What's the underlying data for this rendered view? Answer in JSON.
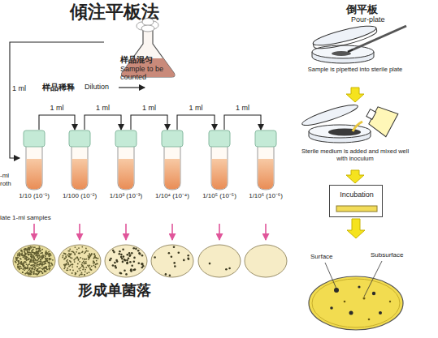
{
  "diagram": {
    "title": "傾注平板法",
    "nodes": [
      {
        "text": [
          "样品混匀",
          "Sample to be counted"
        ]
      },
      {
        "text": [
          "1/10 (10⁻¹)"
        ]
      },
      {
        "text": [
          "1/100 (10⁻²)"
        ]
      },
      {
        "text": [
          "1/10³ (10⁻³)"
        ]
      },
      {
        "text": [
          "1/10⁴ (10⁻⁴)"
        ]
      },
      {
        "text": [
          "1/10⁵ (10⁻⁵)"
        ]
      },
      {
        "text": [
          "1/10⁶ (10⁻⁶)"
        ]
      },
      {
        "text": [
          "Sample is pipetted into sterile plate"
        ]
      },
      {
        "text": [
          "Sterile medium is added and mixed well with inoculum"
        ]
      },
      {
        "text": [
          "Incubation"
        ]
      },
      {
        "text": [
          "Surface",
          "Subsurface"
        ]
      }
    ],
    "edges": [
      {
        "from": 0,
        "to": 1,
        "arrow": "to",
        "label": "1 ml"
      },
      {
        "from": 1,
        "to": 2,
        "arrow": "to",
        "label": "1 ml"
      },
      {
        "from": 2,
        "to": 3,
        "arrow": "to",
        "label": "1 ml"
      },
      {
        "from": 3,
        "to": 4,
        "arrow": "to",
        "label": "1 ml"
      },
      {
        "from": 4,
        "to": 5,
        "arrow": "to",
        "label": "1 ml"
      },
      {
        "from": 5,
        "to": 6,
        "arrow": "to",
        "label": "1 ml"
      },
      {
        "from": 7,
        "to": 8,
        "arrow": "to"
      },
      {
        "from": 8,
        "to": 9,
        "arrow": "to"
      },
      {
        "from": 9,
        "to": 10,
        "arrow": "to"
      }
    ],
    "labels": [
      "样品稀释",
      "Dilution",
      "-ml roth",
      "late 1-ml samples",
      "形成单菌落",
      "倒平板",
      "Pour-plate"
    ]
  }
}
